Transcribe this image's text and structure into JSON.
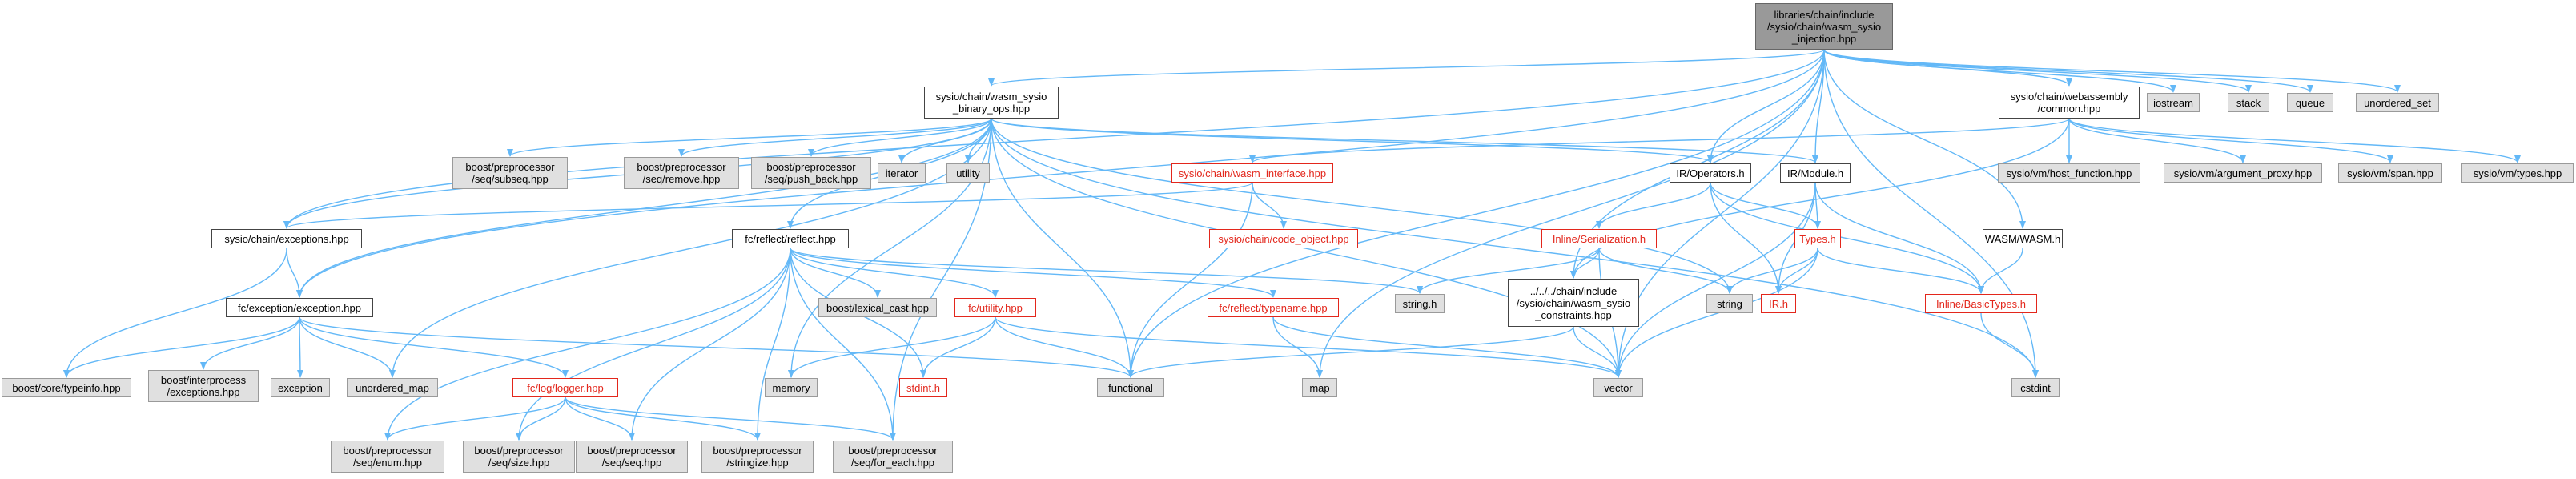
{
  "title": "",
  "colors": {
    "edge": "#63b8f7",
    "doc_node_border": "#444444",
    "external_fill": "#e0e0e0",
    "missing_border": "#e3271c"
  },
  "nodes": {
    "root": "libraries/chain/include\n/sysio/chain/wasm_sysio\n_injection.hpp",
    "binary_ops": "sysio/chain/wasm_sysio\n_binary_ops.hpp",
    "iostream": "iostream",
    "stack": "stack",
    "queue": "queue",
    "unordered_set": "unordered_set",
    "webassembly_common": "sysio/chain/webassembly\n/common.hpp",
    "subseq": "boost/preprocessor\n/seq/subseq.hpp",
    "remove": "boost/preprocessor\n/seq/remove.hpp",
    "push_back": "boost/preprocessor\n/seq/push_back.hpp",
    "iterator": "iterator",
    "utility": "utility",
    "wasm_interface": "sysio/chain/wasm_interface.hpp",
    "ir_operators": "IR/Operators.h",
    "ir_module": "IR/Module.h",
    "host_function": "sysio/vm/host_function.hpp",
    "argument_proxy": "sysio/vm/argument_proxy.hpp",
    "span": "sysio/vm/span.hpp",
    "vm_types": "sysio/vm/types.hpp",
    "code_object": "sysio/chain/code_object.hpp",
    "inline_serialization": "Inline/Serialization.h",
    "types_h": "Types.h",
    "wasm_wasm": "WASM/WASM.h",
    "chain_exceptions": "sysio/chain/exceptions.hpp",
    "fc_reflect": "fc/reflect/reflect.hpp",
    "string_h": "string.h",
    "string": "string",
    "ir_h": "IR.h",
    "inline_basictypes": "Inline/BasicTypes.h",
    "cstdint": "cstdint",
    "constraints": "../../../chain/include\n/sysio/chain/wasm_sysio\n_constraints.hpp",
    "fc_exception": "fc/exception/exception.hpp",
    "lexical_cast": "boost/lexical_cast.hpp",
    "fc_utility": "fc/utility.hpp",
    "typename": "fc/reflect/typename.hpp",
    "typeinfo": "boost/core/typeinfo.hpp",
    "interprocess_exceptions": "boost/interprocess\n/exceptions.hpp",
    "exception": "exception",
    "unordered_map": "unordered_map",
    "logger": "fc/log/logger.hpp",
    "memory": "memory",
    "stdint_h": "stdint.h",
    "functional": "functional",
    "map": "map",
    "vector": "vector",
    "enum": "boost/preprocessor\n/seq/enum.hpp",
    "seq_size": "boost/preprocessor\n/seq/size.hpp",
    "seq_seq": "boost/preprocessor\n/seq/seq.hpp",
    "stringize": "boost/preprocessor\n/stringize.hpp",
    "for_each": "boost/preprocessor\n/seq/for_each.hpp"
  }
}
